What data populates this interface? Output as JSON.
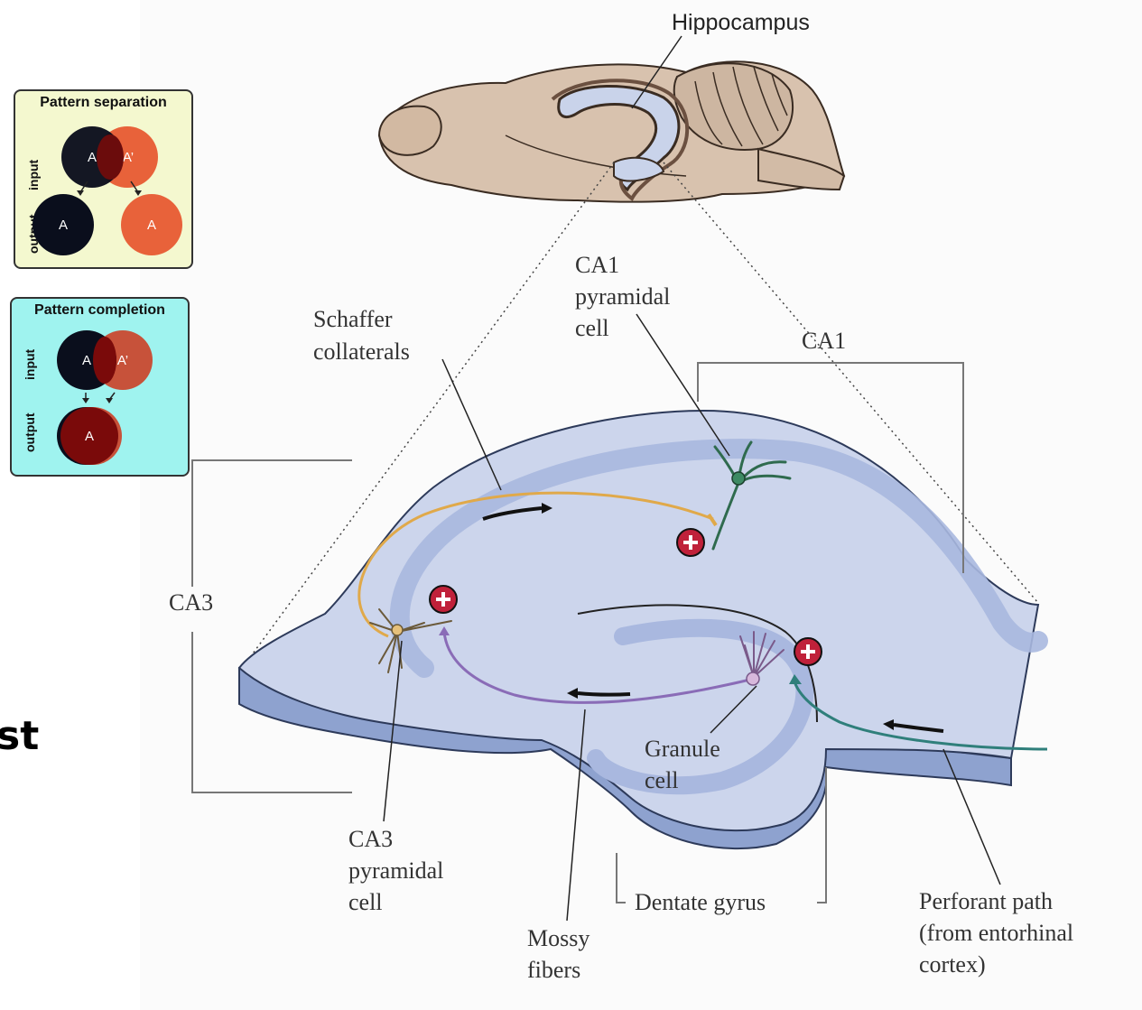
{
  "labels": {
    "hippocampus": "Hippocampus",
    "ca1_cell": [
      "CA1",
      "pyramidal",
      "cell"
    ],
    "ca1": "CA1",
    "schaffer": [
      "Schaffer",
      "collaterals"
    ],
    "ca3": "CA3",
    "granule": [
      "Granule",
      "cell"
    ],
    "ca3_cell": [
      "CA3",
      "pyramidal",
      "cell"
    ],
    "mossy": [
      "Mossy",
      "fibers"
    ],
    "dentate": "Dentate gyrus",
    "perforant": [
      "Perforant path",
      "(from entorhinal",
      "cortex)"
    ]
  },
  "pattern_separation": {
    "title": "Pattern separation",
    "input_label": "input",
    "output_label": "output",
    "circle_a": "A",
    "circle_a_prime": "A’",
    "output_left": "A",
    "output_right": "A"
  },
  "pattern_completion": {
    "title": "Pattern completion",
    "input_label": "input",
    "output_label": "output",
    "circle_a": "A",
    "circle_a_prime": "A’",
    "output": "A"
  },
  "edge_text": "st",
  "colors": {
    "brain_fill": "#d8c2ae",
    "hippocampus_fill": "#c9d3ea",
    "slice_fill": "#ccd5ec",
    "cell_band": "#a9b8df",
    "schaffer": "#e0a94a",
    "mossy": "#8a6cb7",
    "perforant": "#2f7f7b",
    "ca1_cell": "#2f6b4e",
    "synapse": "#c0213a",
    "sep_panel_bg": "#f4f8cf",
    "comp_panel_bg": "#9ff3ef",
    "orange": "#e8623a",
    "dark_red": "#7a0a0a"
  }
}
